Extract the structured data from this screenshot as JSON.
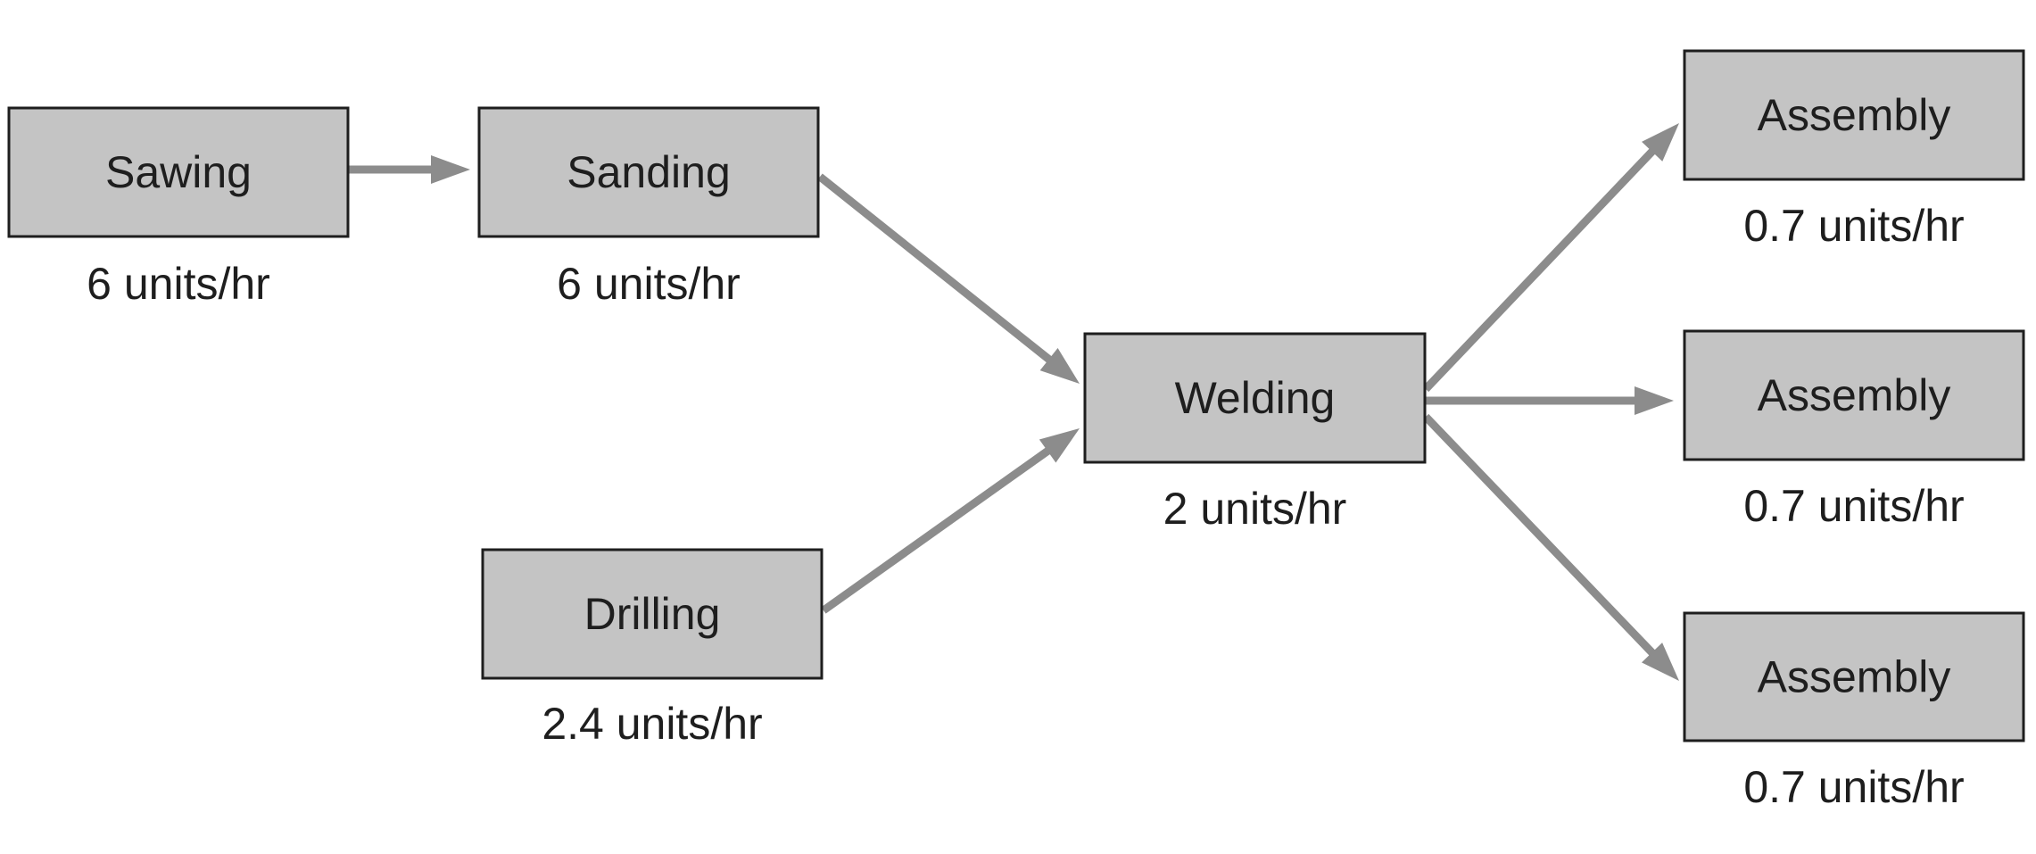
{
  "diagram": {
    "colors": {
      "box_fill": "#c4c4c4",
      "box_stroke": "#1e1e1e",
      "arrow": "#8c8c8c",
      "text": "#1e1e1e"
    },
    "nodes": [
      {
        "id": "sawing",
        "label": "Sawing",
        "rate": "6 units/hr"
      },
      {
        "id": "sanding",
        "label": "Sanding",
        "rate": "6 units/hr"
      },
      {
        "id": "drilling",
        "label": "Drilling",
        "rate": "2.4 units/hr"
      },
      {
        "id": "welding",
        "label": "Welding",
        "rate": "2 units/hr"
      },
      {
        "id": "assembly-1",
        "label": "Assembly",
        "rate": "0.7 units/hr"
      },
      {
        "id": "assembly-2",
        "label": "Assembly",
        "rate": "0.7 units/hr"
      },
      {
        "id": "assembly-3",
        "label": "Assembly",
        "rate": "0.7 units/hr"
      }
    ],
    "edges": [
      {
        "from": "sawing",
        "to": "sanding"
      },
      {
        "from": "sanding",
        "to": "welding"
      },
      {
        "from": "drilling",
        "to": "welding"
      },
      {
        "from": "welding",
        "to": "assembly-1"
      },
      {
        "from": "welding",
        "to": "assembly-2"
      },
      {
        "from": "welding",
        "to": "assembly-3"
      }
    ]
  }
}
